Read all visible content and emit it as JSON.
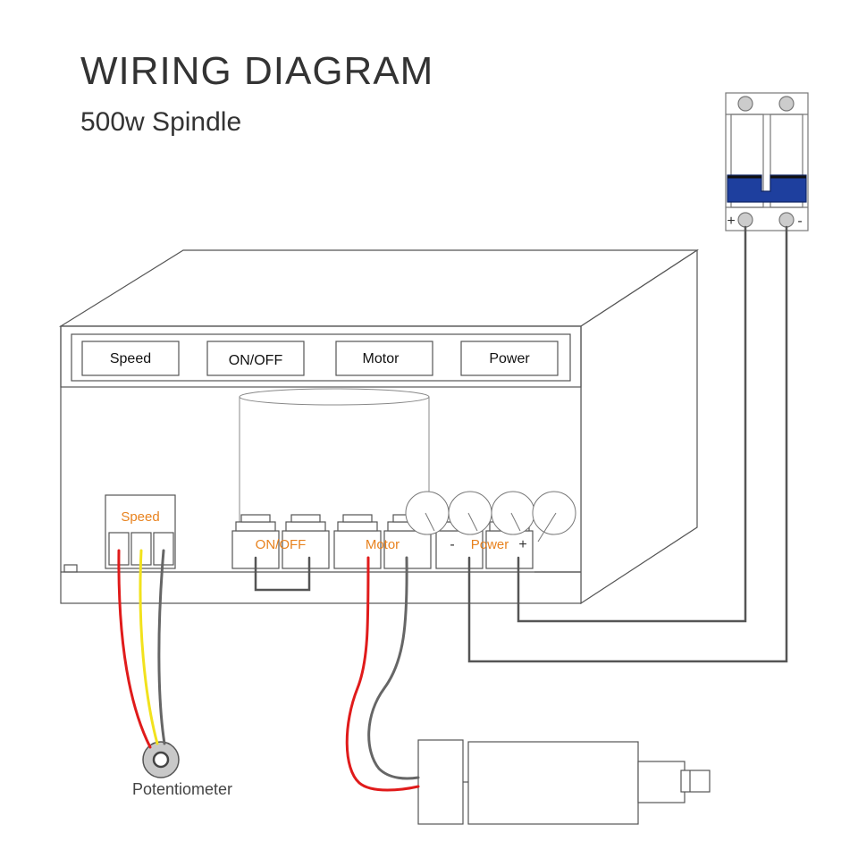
{
  "header": {
    "title": "WIRING DIAGRAM",
    "subtitle": "500w Spindle"
  },
  "panel": {
    "labels": [
      "Speed",
      "ON/OFF",
      "Motor",
      "Power"
    ]
  },
  "terminals": {
    "speed_label": "Speed",
    "onoff_label": "ON/OFF",
    "motor_label": "Motor",
    "power_label": "Power",
    "minus_sign": "-",
    "plus_sign": "+"
  },
  "breaker": {
    "plus_sign": "+",
    "minus_sign": "-"
  },
  "potentiometer": {
    "label": "Potentiometer"
  },
  "colors": {
    "outline": "#555555",
    "wire_red": "#e01b1b",
    "wire_yellow": "#f2e21d",
    "wire_gray": "#666666",
    "breaker_blue": "#1e3f9e",
    "terminal_label": "#e8821e"
  }
}
